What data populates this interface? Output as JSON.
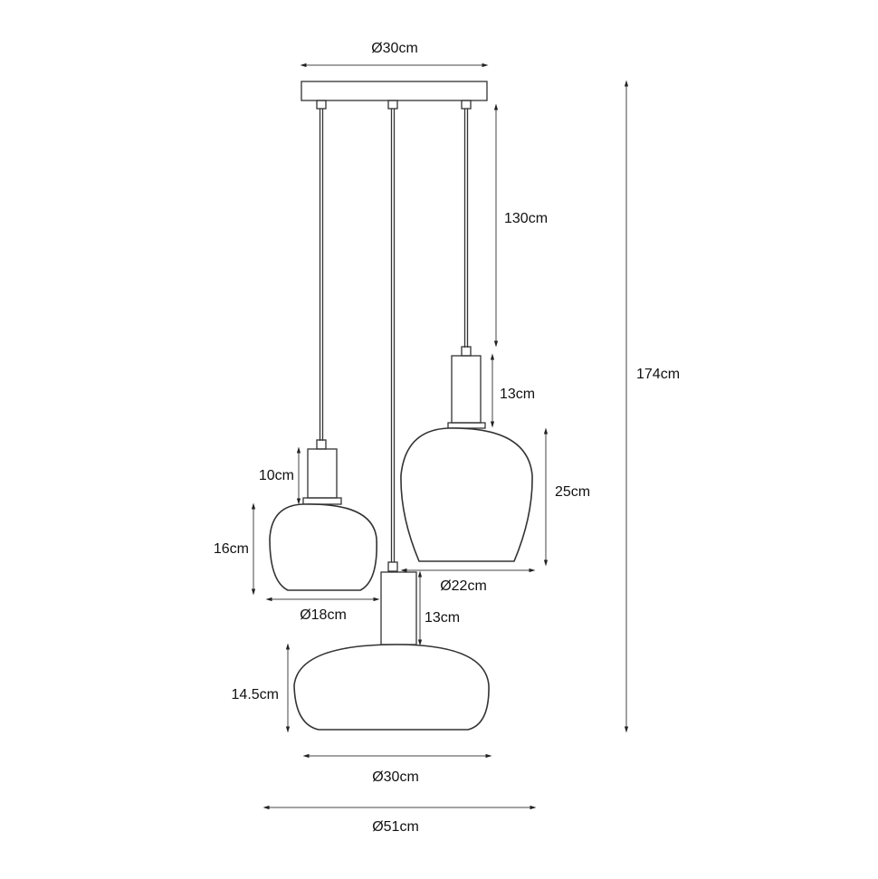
{
  "title": "Three-light pendant lamp dimension drawing",
  "dimensions": {
    "canopy_width": "Ø30cm",
    "cord_length": "130cm",
    "total_height": "174cm",
    "right_socket_height": "13cm",
    "right_shade_height": "25cm",
    "right_shade_diameter": "Ø22cm",
    "left_socket_height": "10cm",
    "left_shade_height": "16cm",
    "left_shade_diameter": "Ø18cm",
    "center_socket_height": "13cm",
    "center_shade_height": "14.5cm",
    "center_shade_diameter": "Ø30cm",
    "total_width": "Ø51cm"
  }
}
